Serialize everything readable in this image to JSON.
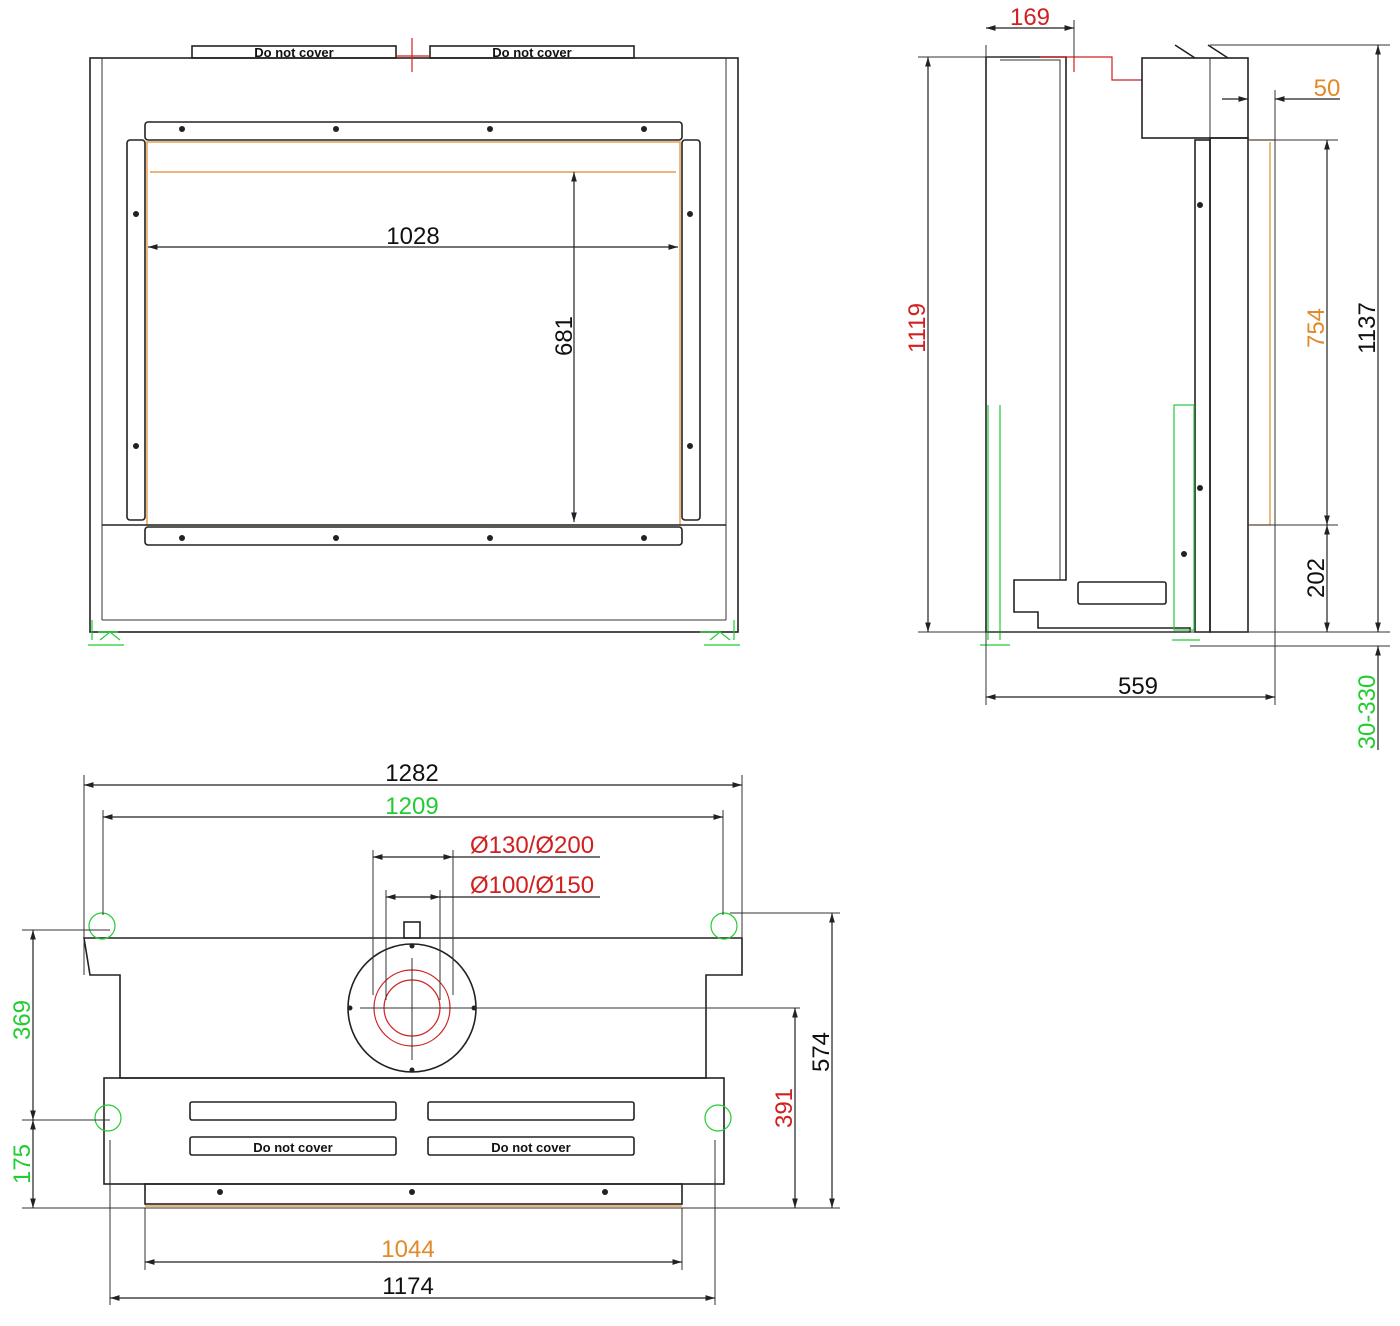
{
  "colors": {
    "red": "#d02020",
    "orange": "#e08a2a",
    "green": "#22cc33",
    "line": "#222222"
  },
  "labels": {
    "do_not_cover": "Do not cover"
  },
  "front_view": {
    "width_opening": "1028",
    "height_opening": "681"
  },
  "side_view": {
    "flue_offset": "169",
    "height_1119": "1119",
    "height_1137": "1137",
    "offset_50": "50",
    "glass_height": "754",
    "base_height": "202",
    "depth": "559",
    "leg_range": "30-330"
  },
  "top_view": {
    "overall_width": "1282",
    "leg_spacing": "1209",
    "flue_outer": "Ø130/Ø200",
    "flue_inner": "Ø100/Ø150",
    "depth_369": "369",
    "depth_175": "175",
    "depth_574": "574",
    "flue_depth": "391",
    "glass_width": "1044",
    "front_width": "1174"
  }
}
